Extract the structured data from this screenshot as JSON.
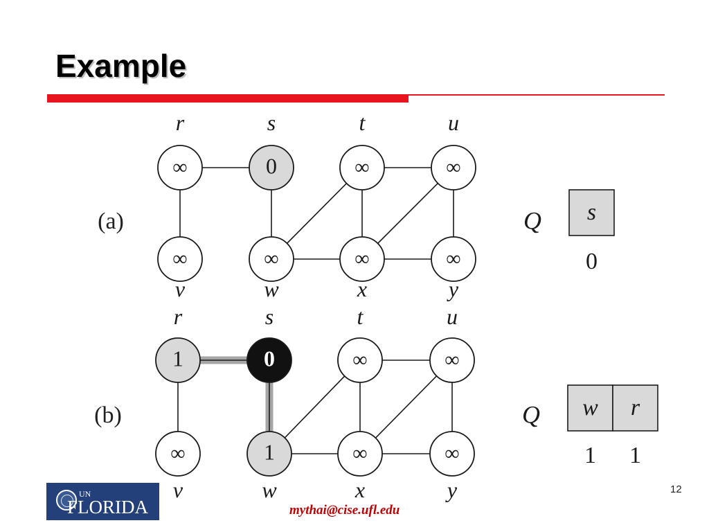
{
  "slide": {
    "title": "Example",
    "page_number": "12",
    "footer_email": "mythai@cise.ufl.edu"
  },
  "logo": {
    "prefix": "UN",
    "name": "FLORIDA"
  },
  "colors": {
    "accent_red": "#e8141e",
    "gray_fill": "#d9d9d9",
    "black_fill": "#111111",
    "tree_edge": "#a6a6a6",
    "email_red": "#c00000"
  },
  "panels": [
    {
      "label": "(a)",
      "nodes": [
        {
          "id": "r",
          "name": "r",
          "dist": "∞",
          "state": "white"
        },
        {
          "id": "s",
          "name": "s",
          "dist": "0",
          "state": "gray"
        },
        {
          "id": "t",
          "name": "t",
          "dist": "∞",
          "state": "white"
        },
        {
          "id": "u",
          "name": "u",
          "dist": "∞",
          "state": "white"
        },
        {
          "id": "v",
          "name": "v",
          "dist": "∞",
          "state": "white"
        },
        {
          "id": "w",
          "name": "w",
          "dist": "∞",
          "state": "white"
        },
        {
          "id": "x",
          "name": "x",
          "dist": "∞",
          "state": "white"
        },
        {
          "id": "y",
          "name": "y",
          "dist": "∞",
          "state": "white"
        }
      ],
      "edges": [
        {
          "from": "r",
          "to": "s",
          "tree": false
        },
        {
          "from": "r",
          "to": "v",
          "tree": false
        },
        {
          "from": "s",
          "to": "w",
          "tree": false
        },
        {
          "from": "w",
          "to": "t",
          "tree": false
        },
        {
          "from": "w",
          "to": "x",
          "tree": false
        },
        {
          "from": "t",
          "to": "x",
          "tree": false
        },
        {
          "from": "t",
          "to": "u",
          "tree": false
        },
        {
          "from": "x",
          "to": "u",
          "tree": false
        },
        {
          "from": "x",
          "to": "y",
          "tree": false
        },
        {
          "from": "u",
          "to": "y",
          "tree": false
        }
      ],
      "queue": {
        "label": "Q",
        "cells": [
          {
            "name": "s",
            "dist": "0"
          }
        ]
      }
    },
    {
      "label": "(b)",
      "nodes": [
        {
          "id": "r",
          "name": "r",
          "dist": "1",
          "state": "gray"
        },
        {
          "id": "s",
          "name": "s",
          "dist": "0",
          "state": "black"
        },
        {
          "id": "t",
          "name": "t",
          "dist": "∞",
          "state": "white"
        },
        {
          "id": "u",
          "name": "u",
          "dist": "∞",
          "state": "white"
        },
        {
          "id": "v",
          "name": "v",
          "dist": "∞",
          "state": "white"
        },
        {
          "id": "w",
          "name": "w",
          "dist": "1",
          "state": "gray"
        },
        {
          "id": "x",
          "name": "x",
          "dist": "∞",
          "state": "white"
        },
        {
          "id": "y",
          "name": "y",
          "dist": "∞",
          "state": "white"
        }
      ],
      "edges": [
        {
          "from": "r",
          "to": "s",
          "tree": true
        },
        {
          "from": "r",
          "to": "v",
          "tree": false
        },
        {
          "from": "s",
          "to": "w",
          "tree": true
        },
        {
          "from": "w",
          "to": "t",
          "tree": false
        },
        {
          "from": "w",
          "to": "x",
          "tree": false
        },
        {
          "from": "t",
          "to": "x",
          "tree": false
        },
        {
          "from": "t",
          "to": "u",
          "tree": false
        },
        {
          "from": "x",
          "to": "u",
          "tree": false
        },
        {
          "from": "x",
          "to": "y",
          "tree": false
        },
        {
          "from": "u",
          "to": "y",
          "tree": false
        }
      ],
      "queue": {
        "label": "Q",
        "cells": [
          {
            "name": "w",
            "dist": "1"
          },
          {
            "name": "r",
            "dist": "1"
          }
        ]
      }
    }
  ]
}
